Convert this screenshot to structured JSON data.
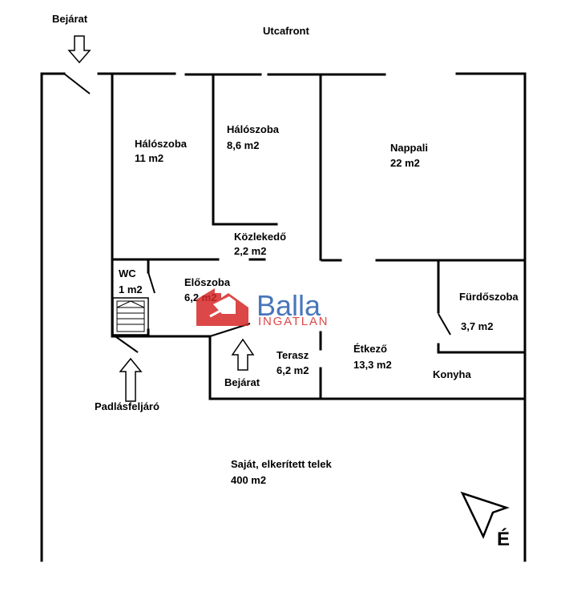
{
  "street_label": "Utcafront",
  "top_entrance_label": "Bejárat",
  "rooms": [
    {
      "id": "halo1",
      "name": "Hálószoba",
      "area": "11 m2"
    },
    {
      "id": "halo2",
      "name": "Hálószoba",
      "area": "8,6 m2"
    },
    {
      "id": "nappali",
      "name": "Nappali",
      "area": "22 m2"
    },
    {
      "id": "kozlekedo",
      "name": "Közlekedő",
      "area": "2,2 m2"
    },
    {
      "id": "wc",
      "name": "WC",
      "area": "1 m2"
    },
    {
      "id": "eloszoba",
      "name": "Előszoba",
      "area": "6,2 m2"
    },
    {
      "id": "furdo",
      "name": "Fürdőszoba",
      "area": "3,7 m2"
    },
    {
      "id": "terasz",
      "name": "Terasz",
      "area": "6,2 m2"
    },
    {
      "id": "etkezo",
      "name": "Étkező",
      "area": "13,3 m2"
    }
  ],
  "kitchen_label": "Konyha",
  "entrance_label": "Bejárat",
  "attic_label": "Padlásfeljáró",
  "plot_label": "Saját, elkerített telek",
  "plot_area": "400 m2",
  "north_label": "É",
  "watermark": {
    "brand": "Balla",
    "sub": "INGATLAN",
    "color": "#d62828"
  }
}
